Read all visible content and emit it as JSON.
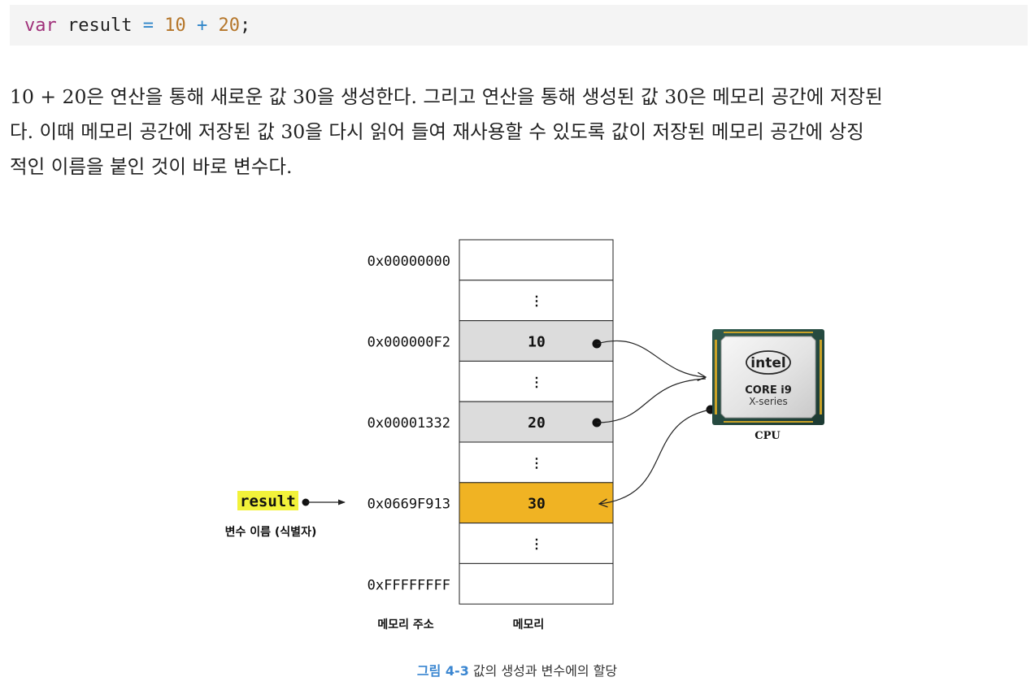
{
  "code": {
    "keyword": "var",
    "identifier": " result ",
    "assign": "=",
    "left_operand": " 10 ",
    "plus": "+",
    "right_operand": " 20",
    "terminator": ";"
  },
  "paragraph": {
    "line1": "10 + 20은 연산을 통해 새로운 값 30을 생성한다. 그리고 연산을 통해 생성된 값 30은 메모리 공간에 저장된",
    "line2": "다. 이때 메모리 공간에 저장된 값 30을 다시 읽어 들여 재사용할 수 있도록 값이 저장된 메모리 공간에 상징",
    "line3": "적인 이름을 붙인 것이 바로 변수다."
  },
  "diagram": {
    "cells": [
      {
        "address": "0x00000000",
        "value": "",
        "state": "empty"
      },
      {
        "address": "",
        "value": "⋮",
        "state": "gap"
      },
      {
        "address": "0x000000F2",
        "value": "10",
        "state": "operand"
      },
      {
        "address": "",
        "value": "⋮",
        "state": "gap"
      },
      {
        "address": "0x00001332",
        "value": "20",
        "state": "operand"
      },
      {
        "address": "",
        "value": "⋮",
        "state": "gap"
      },
      {
        "address": "0x0669F913",
        "value": "30",
        "state": "result"
      },
      {
        "address": "",
        "value": "⋮",
        "state": "gap"
      },
      {
        "address": "0xFFFFFFFF",
        "value": "",
        "state": "empty"
      }
    ],
    "variable_name": "result",
    "variable_caption": "변수 이름 (식별자)",
    "address_column_label": "메모리 주소",
    "memory_column_label": "메모리",
    "cpu": {
      "brand": "intel",
      "model": "CORE i9",
      "series": "X-series",
      "label": "CPU"
    },
    "colors": {
      "operand_fill": "#dcdcdc",
      "result_fill": "#f0b323",
      "variable_highlight": "#f2f23a",
      "caption_accent": "#3a86d1"
    }
  },
  "caption": {
    "figure_number": "그림 4-3",
    "text": " 값의 생성과 변수에의 할당"
  }
}
